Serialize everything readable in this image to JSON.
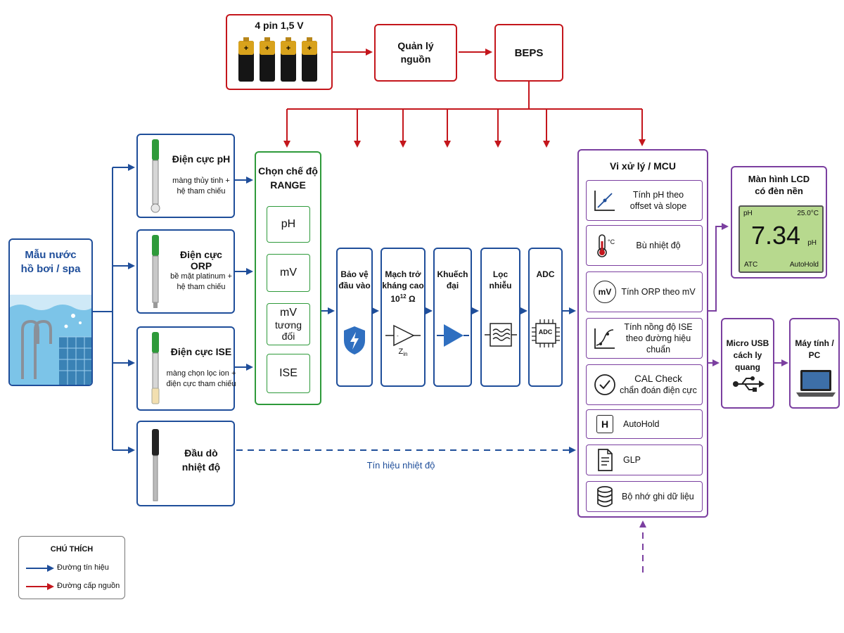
{
  "power": {
    "battery_label": "4 pin 1,5 V",
    "manager_label": [
      "Quản lý",
      "nguồn"
    ],
    "beps_label": "BEPS"
  },
  "sample": {
    "label": [
      "Mẫu nước",
      "hồ bơi / spa"
    ]
  },
  "probes": [
    {
      "title": "Điện cực pH",
      "sub": [
        "màng thủy tinh +",
        "hệ tham chiếu"
      ],
      "color": "#2e9a3a"
    },
    {
      "title": "Điện cực ORP",
      "sub": [
        "bề mặt platinum +",
        "hệ tham chiếu"
      ],
      "color": "#2e9a3a"
    },
    {
      "title": "Điện cực ISE",
      "sub": [
        "màng chọn lọc ion +",
        "điện cực tham chiếu"
      ],
      "color": "#2e9a3a"
    },
    {
      "title": [
        "Đầu dò",
        "nhiệt độ"
      ],
      "color": "#222222"
    }
  ],
  "range": {
    "title": [
      "Chọn chế độ",
      "RANGE"
    ],
    "modes": [
      {
        "label": [
          "pH"
        ]
      },
      {
        "label": [
          "mV"
        ]
      },
      {
        "label": [
          "mV",
          "tương đối"
        ]
      },
      {
        "label": [
          "ISE"
        ]
      }
    ]
  },
  "stages": [
    {
      "label": [
        "Bảo vệ",
        "đầu vào"
      ],
      "icon": "shield-lightning-icon"
    },
    {
      "label": [
        "Mạch trở",
        "kháng cao"
      ],
      "extra": "10",
      "sup": "12",
      "ohm": " Ω",
      "zin": "Z",
      "zin_sub": "in",
      "icon": "amplifier-icon"
    },
    {
      "label": [
        "Khuếch đại"
      ],
      "icon": "amplifier-filled-icon"
    },
    {
      "label": [
        "Lọc nhiễu"
      ],
      "icon": "filter-icon"
    },
    {
      "label": [
        "ADC"
      ],
      "chip": "ADC",
      "icon": "chip-icon"
    }
  ],
  "temp_signal_label": "Tín hiệu nhiệt độ",
  "mcu": {
    "title": "Vi xử lý / MCU",
    "items": [
      {
        "text": [
          "Tính pH theo",
          "offset và slope"
        ],
        "icon": "graph-icon"
      },
      {
        "text": [
          "Bù nhiệt độ"
        ],
        "icon": "thermometer-icon",
        "unit": "°C"
      },
      {
        "text": [
          "Tính ORP theo mV"
        ],
        "icon": "mv-circle-icon",
        "badge": "mV"
      },
      {
        "text": [
          "Tính nồng độ ISE",
          "theo đường hiệu chuẩn"
        ],
        "icon": "curve-icon"
      },
      {
        "text": [
          "CAL Check",
          "chẩn đoán điện cực"
        ],
        "icon": "check-circle-icon"
      },
      {
        "text": [
          "AutoHold"
        ],
        "icon": "hold-icon",
        "badge": "H"
      },
      {
        "text": [
          "GLP"
        ],
        "icon": "document-icon"
      },
      {
        "text": [
          "Bộ nhớ ghi dữ liệu"
        ],
        "icon": "database-icon"
      }
    ]
  },
  "lcd": {
    "title": [
      "Màn hình LCD",
      "có đèn nền"
    ],
    "unit_tl": "pH",
    "temp": "25.0°C",
    "value": "7.34",
    "unit_r": "pH",
    "atc": "ATC",
    "hold": "AutoHold",
    "screen_color": "#b7d98e"
  },
  "usb": {
    "label": [
      "Micro USB",
      "cách ly quang"
    ],
    "icon": "usb-icon"
  },
  "pc": {
    "label": [
      "Máy tính /",
      "PC"
    ],
    "icon": "laptop-icon"
  },
  "legend": {
    "title": "CHÚ THÍCH",
    "signal": "Đường tín hiệu",
    "power": "Đường cấp nguồn",
    "signal_color": "#1f4e9a",
    "power_color": "#c4161c"
  }
}
